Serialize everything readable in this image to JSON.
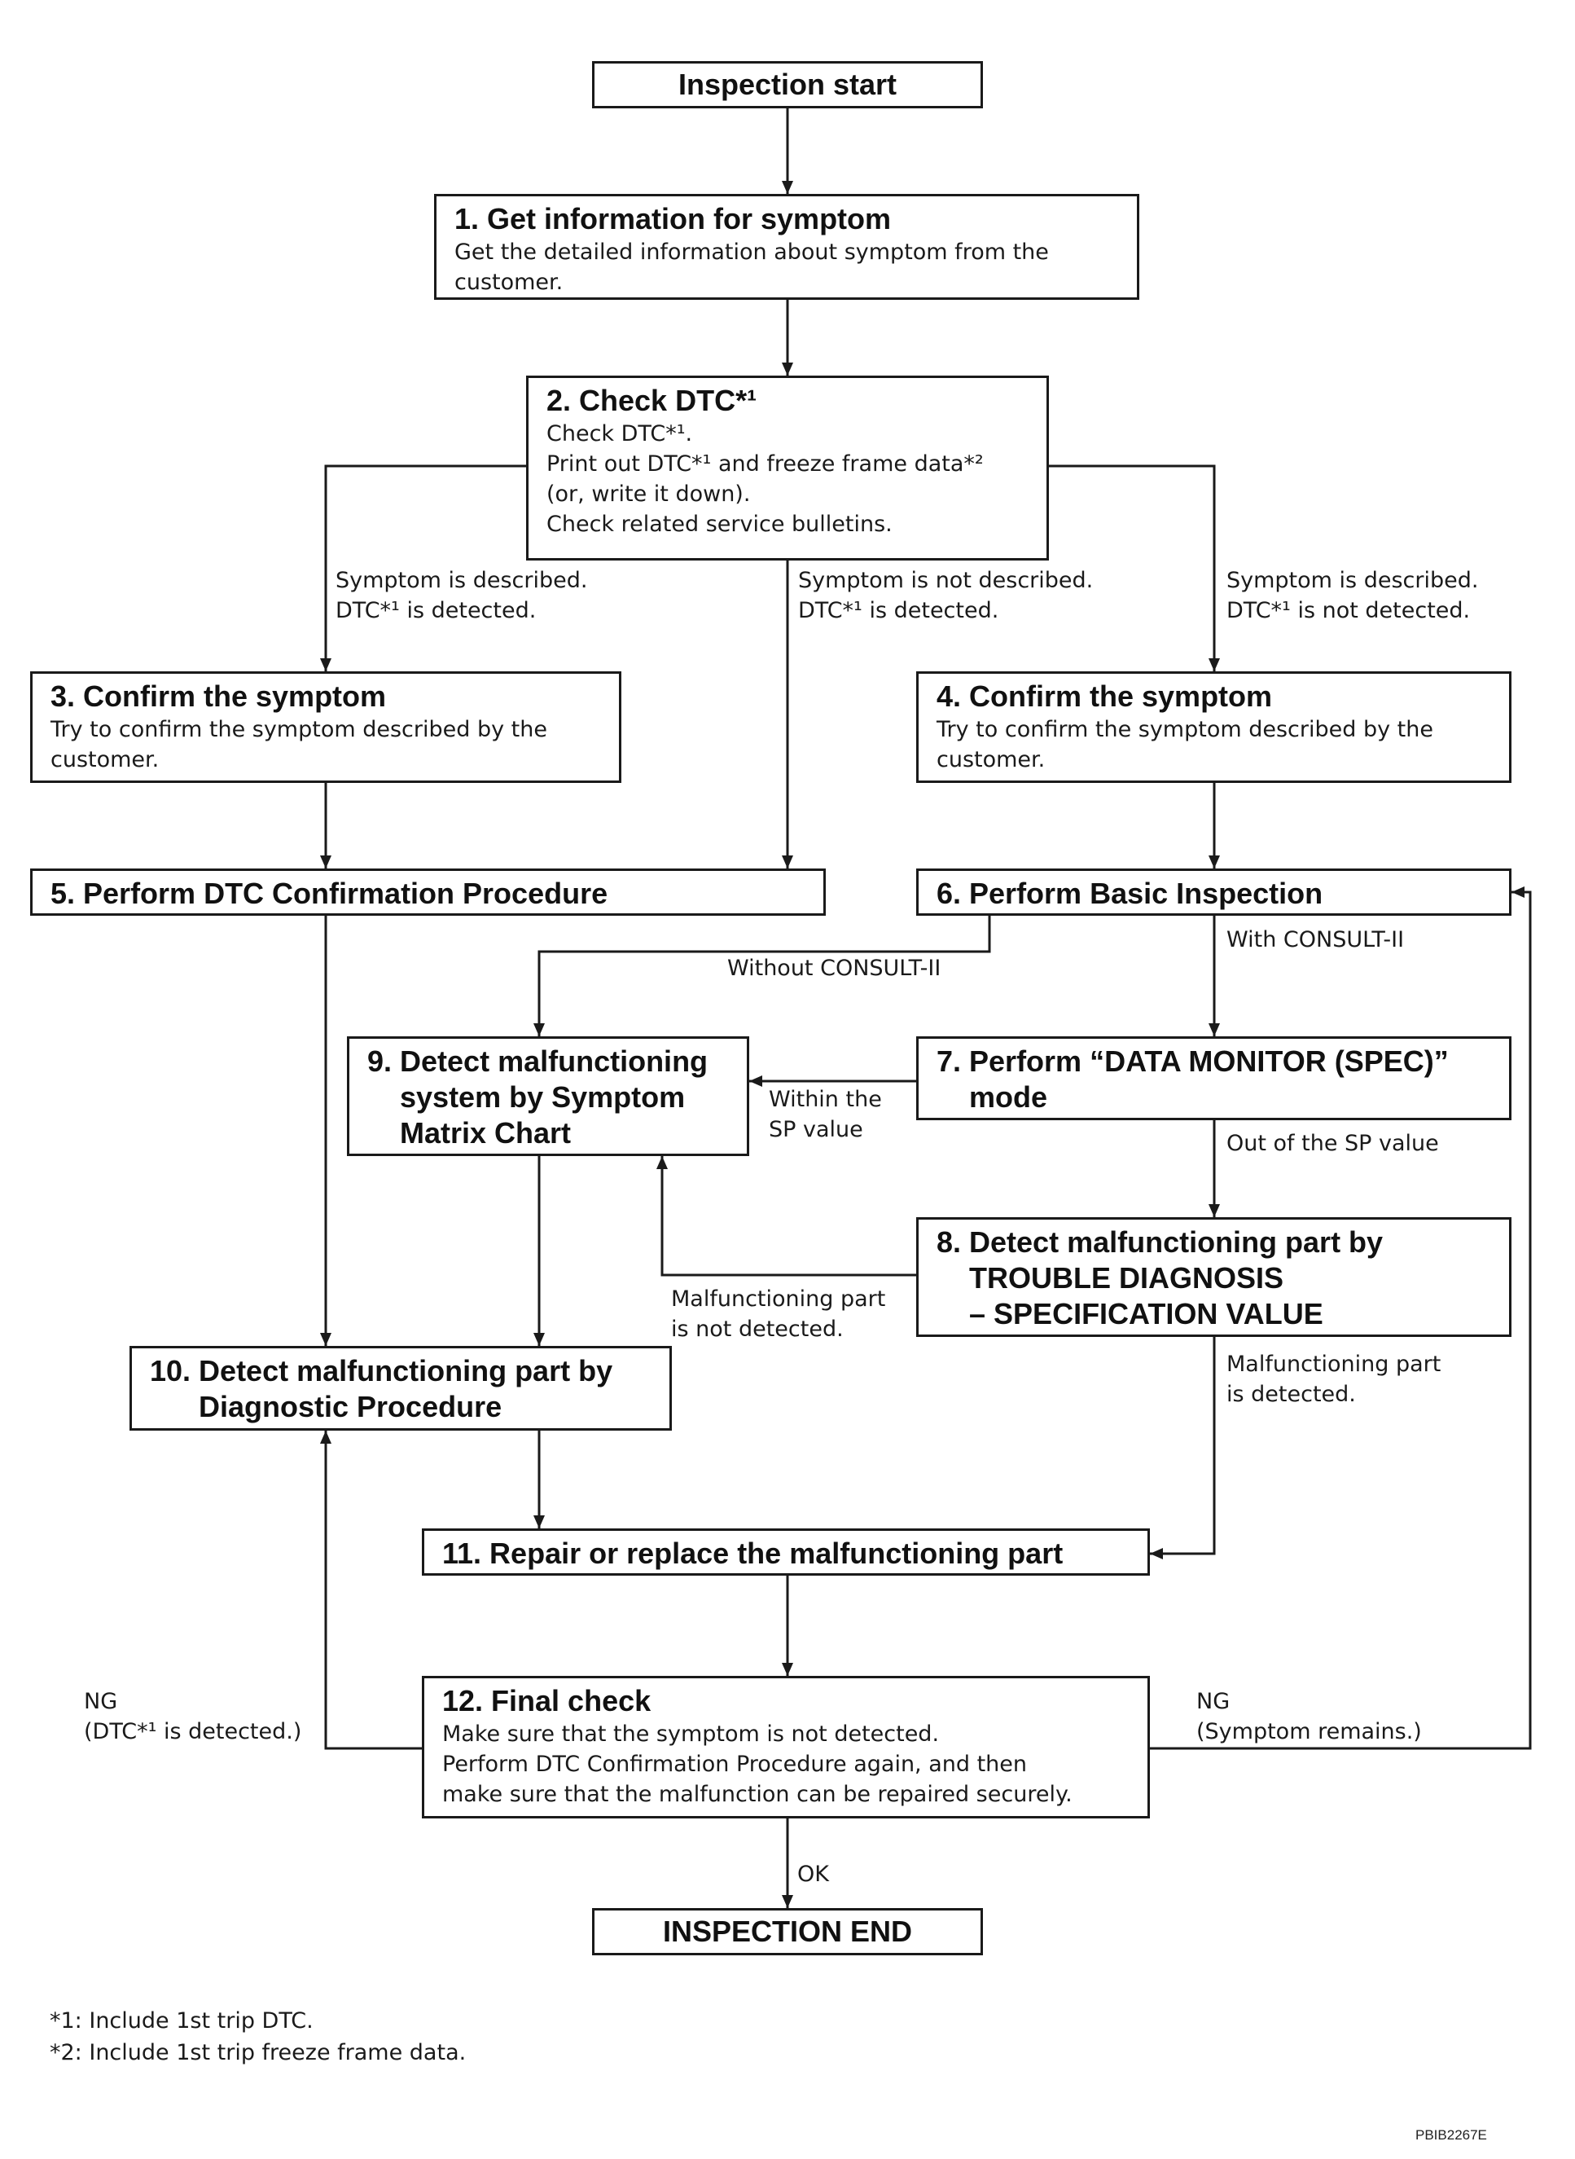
{
  "nodes": {
    "start": {
      "title": "Inspection start"
    },
    "step1": {
      "title": "1. Get information for symptom",
      "desc": "Get the detailed information about symptom from the\ncustomer."
    },
    "step2": {
      "title": "2. Check DTC*¹",
      "desc": "Check DTC*¹.\nPrint out DTC*¹ and freeze frame data*²\n(or, write it down).\nCheck related service bulletins."
    },
    "step3": {
      "title": "3. Confirm the symptom",
      "desc": "Try to confirm the symptom described by the\ncustomer."
    },
    "step4": {
      "title": "4. Confirm the symptom",
      "desc": "Try to confirm the symptom described by the\ncustomer."
    },
    "step5": {
      "title": "5. Perform DTC Confirmation Procedure"
    },
    "step6": {
      "title": "6. Perform Basic Inspection"
    },
    "step7": {
      "title": "7. Perform “DATA MONITOR (SPEC)”\n    mode"
    },
    "step8": {
      "title": "8. Detect malfunctioning part by\n    TROUBLE DIAGNOSIS\n    – SPECIFICATION VALUE"
    },
    "step9": {
      "title": "9. Detect malfunctioning\n    system by Symptom\n    Matrix Chart"
    },
    "step10": {
      "title": "10. Detect malfunctioning part by\n      Diagnostic Procedure"
    },
    "step11": {
      "title": "11. Repair or replace the malfunctioning part"
    },
    "step12": {
      "title": "12. Final check",
      "desc": "Make sure that the symptom is not detected.\nPerform DTC Confirmation Procedure again, and then\nmake sure that the malfunction can be repaired securely."
    },
    "end": {
      "title": "INSPECTION END"
    }
  },
  "edge_labels": {
    "sym_desc_dtc": "Symptom is described.\nDTC*¹ is detected.",
    "sym_notdesc_dtc": "Symptom is not described.\nDTC*¹ is detected.",
    "sym_desc_nodtc": "Symptom is described.\nDTC*¹ is not detected.",
    "without_consult": "Without CONSULT-II",
    "with_consult": "With CONSULT-II",
    "within_sp": "Within the\nSP value",
    "out_sp": "Out of the SP value",
    "part_not_detected": "Malfunctioning part\nis not detected.",
    "part_detected": "Malfunctioning part\nis detected.",
    "ng_dtc": "NG\n(DTC*¹ is detected.)",
    "ng_symptom": "NG\n(Symptom remains.)",
    "ok": "OK"
  },
  "footnotes": [
    "*1: Include 1st trip DTC.",
    "*2: Include 1st trip freeze frame data."
  ],
  "figure_id": "PBIB2267E"
}
